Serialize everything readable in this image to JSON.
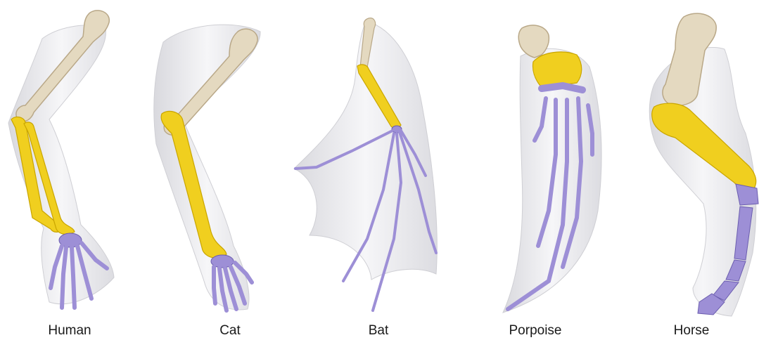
{
  "labels": {
    "human": "Human",
    "cat": "Cat",
    "bat": "Bat",
    "porpoise": "Porpoise",
    "horse": "Horse"
  },
  "colors": {
    "humerus": "#e4d9c0",
    "humerus_edge": "#b9a888",
    "radius_ulna": "#f0cf1f",
    "radius_ulna_edge": "#c9a500",
    "carpals_digits": "#9d8fd6",
    "carpals_digits_edge": "#6b5daf",
    "limb_outline": "#e3e3e6",
    "limb_outline_edge": "#c8c8cc",
    "label_text": "#1a1a1a"
  }
}
